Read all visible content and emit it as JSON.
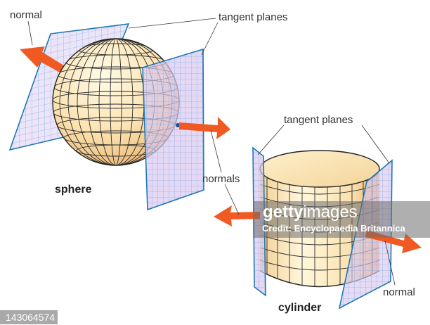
{
  "labels": {
    "sphere_normal": "normal",
    "sphere_tangent_planes": "tangent planes",
    "sphere_title": "sphere",
    "cylinder_tangent_planes": "tangent planes",
    "cylinder_normals": "normals",
    "cylinder_normal": "normal",
    "cylinder_title": "cylinder"
  },
  "watermark": {
    "logo_bold": "getty",
    "logo_light": "images",
    "credit": "Credit: Encyclopaedia Britannica"
  },
  "stock_id": "143064574",
  "colors": {
    "arrow": "#f05a22",
    "plane_fill": "#e6dcf5",
    "plane_edge": "#1f78b4",
    "plane_grid": "#7aa7e0",
    "surface_light": "#fff6d8",
    "surface_dark": "#f2c98a",
    "grid_line": "#222222"
  }
}
